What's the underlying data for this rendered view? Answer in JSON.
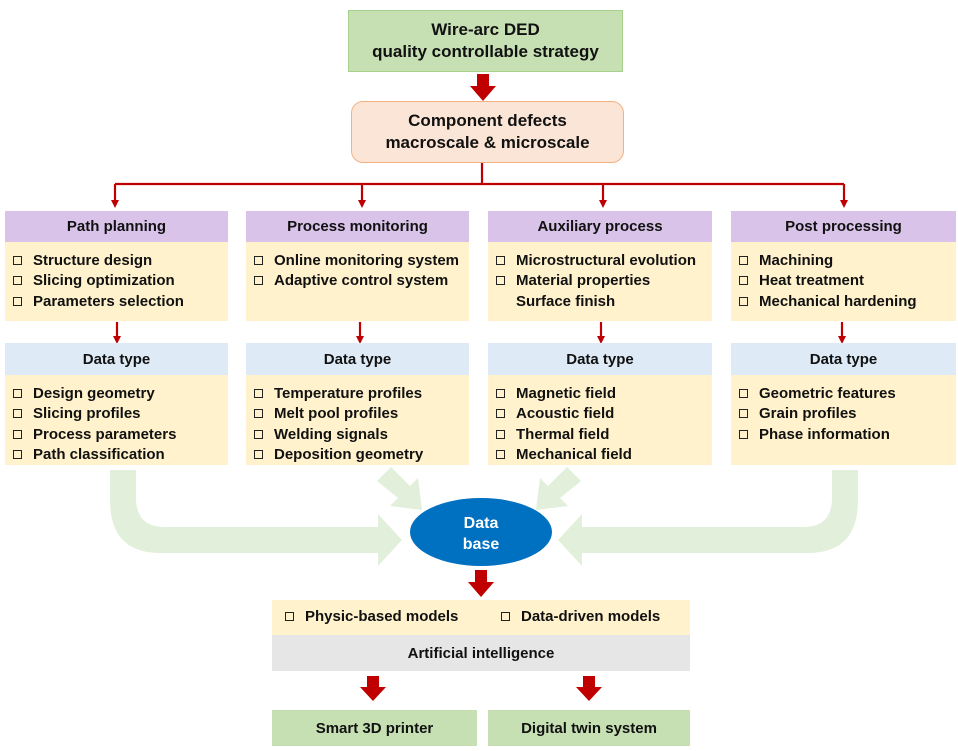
{
  "title": {
    "line1": "Wire-arc DED",
    "line2": "quality controllable strategy"
  },
  "defects": {
    "line1": "Component defects",
    "line2": "macroscale & microscale"
  },
  "columns": [
    {
      "label": "Path planning",
      "items": [
        "Structure design",
        "Slicing optimization",
        "Parameters selection"
      ],
      "data_label": "Data type",
      "data_items": [
        "Design geometry",
        "Slicing profiles",
        "Process parameters",
        "Path classification"
      ]
    },
    {
      "label": "Process monitoring",
      "items": [
        "Online monitoring system",
        "Adaptive control system"
      ],
      "data_label": "Data type",
      "data_items": [
        "Temperature profiles",
        "Melt pool profiles",
        "Welding signals",
        "Deposition geometry"
      ]
    },
    {
      "label": "Auxiliary process",
      "items": [
        "Microstructural evolution",
        "Material properties",
        "Surface finish"
      ],
      "data_label": "Data type",
      "data_items": [
        "Magnetic field",
        "Acoustic field",
        "Thermal field",
        "Mechanical field"
      ]
    },
    {
      "label": "Post processing",
      "items": [
        "Machining",
        "Heat treatment",
        "Mechanical hardening"
      ],
      "data_label": "Data type",
      "data_items": [
        "Geometric features",
        "Grain profiles",
        "Phase information"
      ]
    }
  ],
  "database": {
    "line1": "Data",
    "line2": "base"
  },
  "models": {
    "physics": "Physic-based models",
    "data_driven": "Data-driven models"
  },
  "ai_label": "Artificial intelligence",
  "outputs": {
    "printer": "Smart 3D printer",
    "twin": "Digital twin system"
  },
  "colors": {
    "arrow_red": "#c00000",
    "database_blue": "#0070c0",
    "flow_green": "#e2efda"
  }
}
